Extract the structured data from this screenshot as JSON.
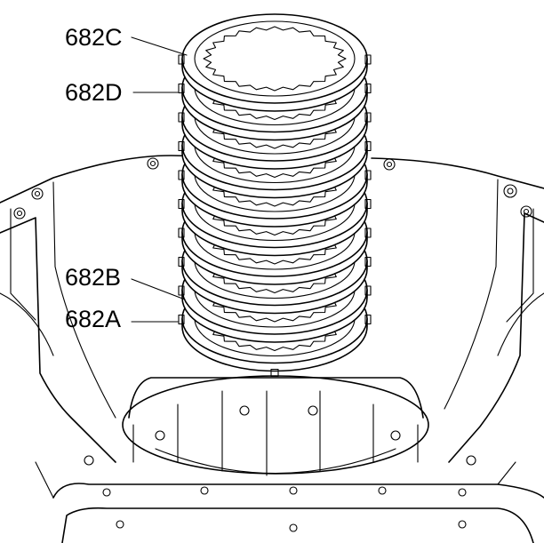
{
  "callouts": [
    {
      "id": "c",
      "label": "682C"
    },
    {
      "id": "d",
      "label": "682D"
    },
    {
      "id": "b",
      "label": "682B"
    },
    {
      "id": "a",
      "label": "682A"
    }
  ],
  "colors": {
    "line": "#000000",
    "background": "#ffffff"
  },
  "disc_pack": {
    "disc_count": 10
  }
}
